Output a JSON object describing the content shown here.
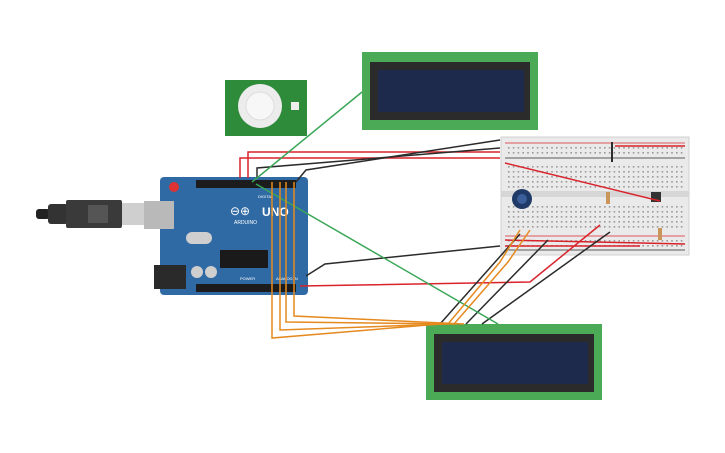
{
  "arduino": {
    "brand": "ARDUINO",
    "model": "UNO",
    "digital_label": "DIGITAL",
    "power_label": "POWER",
    "analog_label": "ANALOG IN"
  },
  "components": {
    "lcd_top": "LCD 16x2 display (top)",
    "lcd_bottom": "LCD 16x2 display (bottom)",
    "pir_sensor": "PIR motion sensor",
    "breadboard": "breadboard",
    "potentiometer": "potentiometer",
    "pushbutton": "pushbutton",
    "resistors": "resistors",
    "usb_cable": "USB cable"
  },
  "colors": {
    "board": "#2f6aa4",
    "pcb_green": "#3ea54c",
    "lcd_screen": "#1e2a4c",
    "wire_red": "#d9232b",
    "wire_black": "#2b2b2b",
    "wire_green": "#3aa657",
    "wire_orange": "#e58a1f",
    "breadboard": "#eaeaea"
  }
}
